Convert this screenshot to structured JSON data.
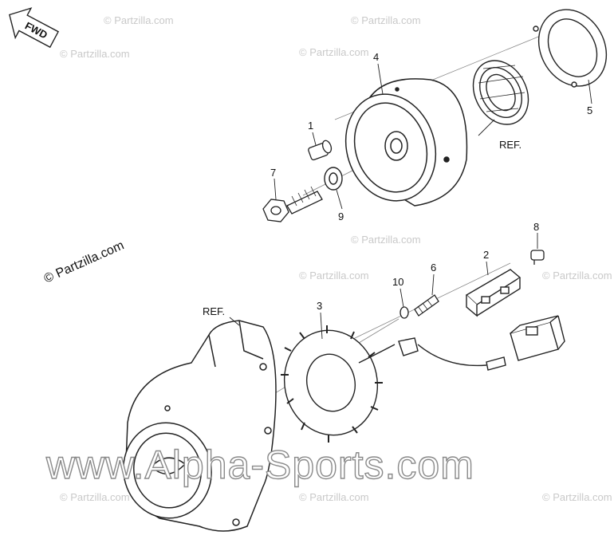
{
  "watermarks": {
    "repeat_text": "© Partzilla.com",
    "copyright_text": "© Partzilla.com",
    "site_text": "www.Alpha-Sports.com"
  },
  "direction_badge": {
    "label": "FWD"
  },
  "reference_labels": [
    "REF.",
    "REF."
  ],
  "callouts": [
    "1",
    "2",
    "3",
    "4",
    "5",
    "6",
    "7",
    "8",
    "9",
    "10"
  ],
  "colors": {
    "line": "#222222",
    "watermark": "#c9c9c9",
    "background": "#ffffff"
  }
}
